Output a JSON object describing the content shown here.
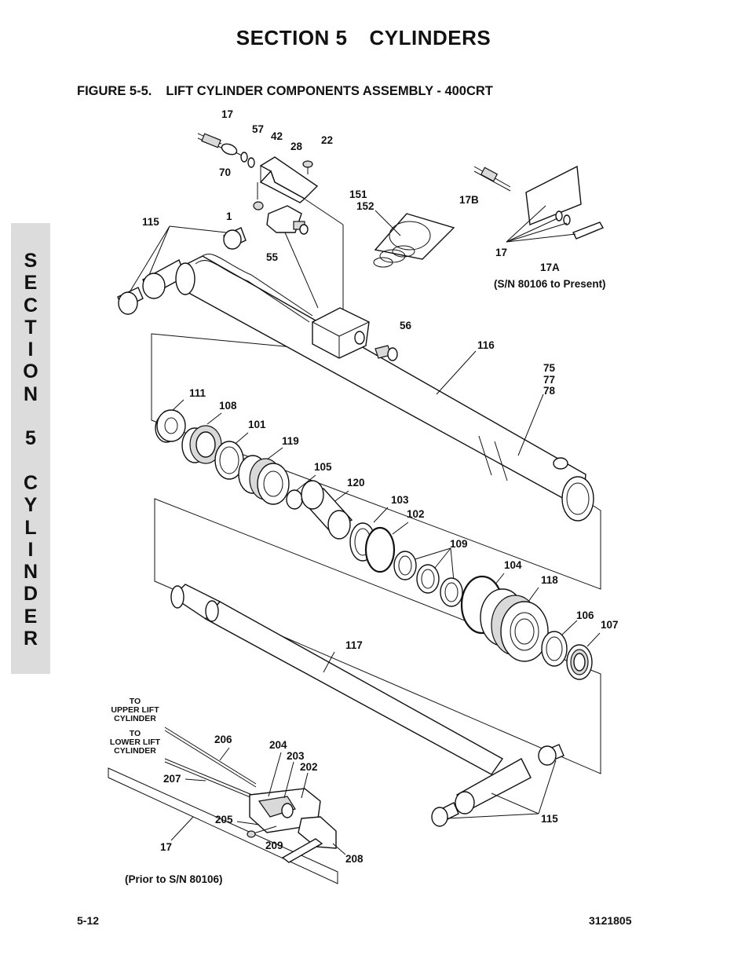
{
  "header": {
    "section_word": "SECTION 5",
    "section_name": "CYLINDERS"
  },
  "figure": {
    "number": "FIGURE 5-5.",
    "title": "LIFT CYLINDER COMPONENTS ASSEMBLY - 400CRT"
  },
  "side_tab": {
    "letters": [
      "S",
      "E",
      "C",
      "T",
      "I",
      "O",
      "N",
      "",
      "5",
      "",
      "C",
      "Y",
      "L",
      "I",
      "N",
      "D",
      "E",
      "R"
    ],
    "color": "#dcdcdc"
  },
  "callouts": {
    "c17_top": "17",
    "c57": "57",
    "c42": "42",
    "c28": "28",
    "c22": "22",
    "c70": "70",
    "c1": "1",
    "c115_top": "115",
    "c55": "55",
    "c151": "151",
    "c152": "152",
    "c17b": "17B",
    "c17_right": "17",
    "c17a": "17A",
    "c56": "56",
    "c116": "116",
    "c75": "75",
    "c77": "77",
    "c78": "78",
    "c111": "111",
    "c108": "108",
    "c101": "101",
    "c119": "119",
    "c105": "105",
    "c120": "120",
    "c103": "103",
    "c102": "102",
    "c109": "109",
    "c104": "104",
    "c118": "118",
    "c106": "106",
    "c107": "107",
    "c117": "117",
    "c206": "206",
    "c204": "204",
    "c203": "203",
    "c202": "202",
    "c207": "207",
    "c205": "205",
    "c17_bottom": "17",
    "c209": "209",
    "c208": "208",
    "c115_bottom": "115"
  },
  "notes": {
    "sn_present": "(S/N 80106 to Present)",
    "sn_prior": "(Prior to S/N 80106)",
    "to_upper": "TO\nUPPER LIFT\nCYLINDER",
    "to_lower": "TO\nLOWER LIFT\nCYLINDER"
  },
  "footer": {
    "page": "5-12",
    "doc_number": "3121805"
  }
}
